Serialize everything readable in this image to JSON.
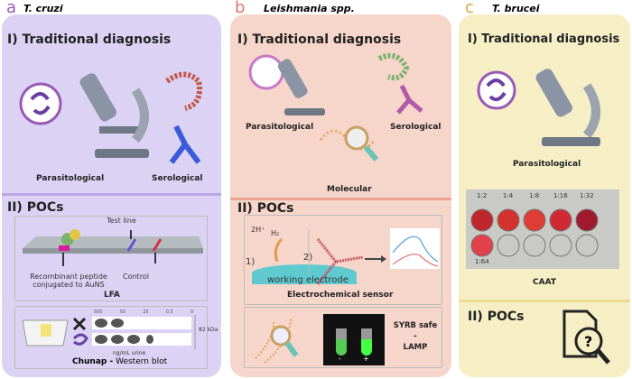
{
  "panels": [
    {
      "letter": "a",
      "organism": "T. cruzi",
      "color": "#9b59b6",
      "bg": "#dcd3f4",
      "traditional_title": "I) Traditional diagnosis",
      "methods": [
        "Parasitological",
        "Serological"
      ],
      "pocs_title": "II) POCs",
      "lfa": {
        "test_line": "Test line",
        "control": "Control",
        "peptide": "Recombinant peptide conjugated to AuNS",
        "name": "LFA"
      },
      "chunap": {
        "concentrations": [
          "500",
          "50",
          "25",
          "0.5",
          "0"
        ],
        "kda": "82 kDa",
        "unit": "ng/mL urine",
        "name_bold": "Chunap -",
        "name_rest": " Western blot"
      }
    },
    {
      "letter": "b",
      "organism": "Leishmania spp.",
      "color": "#e07a6a",
      "bg": "#f6d5cb",
      "traditional_title": "I) Traditional diagnosis",
      "methods": [
        "Parasitological",
        "Serological",
        "Molecular"
      ],
      "pocs_title": "II) POCs",
      "sensor": {
        "step1": "1)",
        "step2": "2)",
        "reaction_left": "2H⁺",
        "reaction_right": "H₂",
        "electrode": "working electrode",
        "name": "Electrochemical sensor"
      },
      "lamp": {
        "line1": "SYRB safe",
        "line2": "-",
        "line3": "LAMP",
        "neg": "-",
        "pos": "+"
      }
    },
    {
      "letter": "c",
      "organism": "T. brucei",
      "color": "#d4a935",
      "bg": "#f6efc6",
      "traditional_title": "I) Traditional diagnosis",
      "methods": [
        "Parasitological"
      ],
      "caat": {
        "dilutions": [
          "1:2",
          "1:4",
          "1:8",
          "1:16",
          "1:32",
          "1:64"
        ],
        "name": "CAAT"
      },
      "pocs_title": "II) POCs"
    }
  ]
}
